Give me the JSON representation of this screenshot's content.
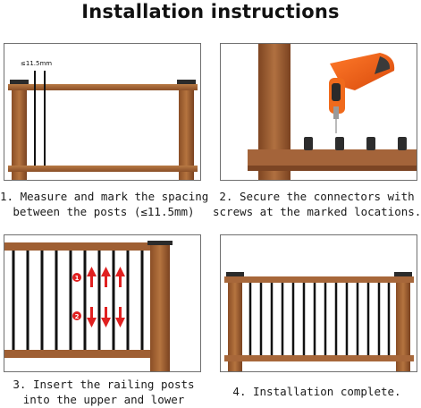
{
  "title": "Installation instructions",
  "steps": [
    {
      "caption_lines": [
        "1. Measure and mark the spacing",
        "between the posts (≤11.5mm)"
      ],
      "annotation": "≤11.5mm"
    },
    {
      "caption_lines": [
        "2. Secure the connectors with",
        "screws at the marked locations."
      ]
    },
    {
      "caption_lines": [
        "3. Insert the railing posts",
        "into the upper and lower"
      ],
      "markers": [
        "1",
        "2"
      ]
    },
    {
      "caption_lines": [
        "4. Installation complete."
      ]
    }
  ]
}
